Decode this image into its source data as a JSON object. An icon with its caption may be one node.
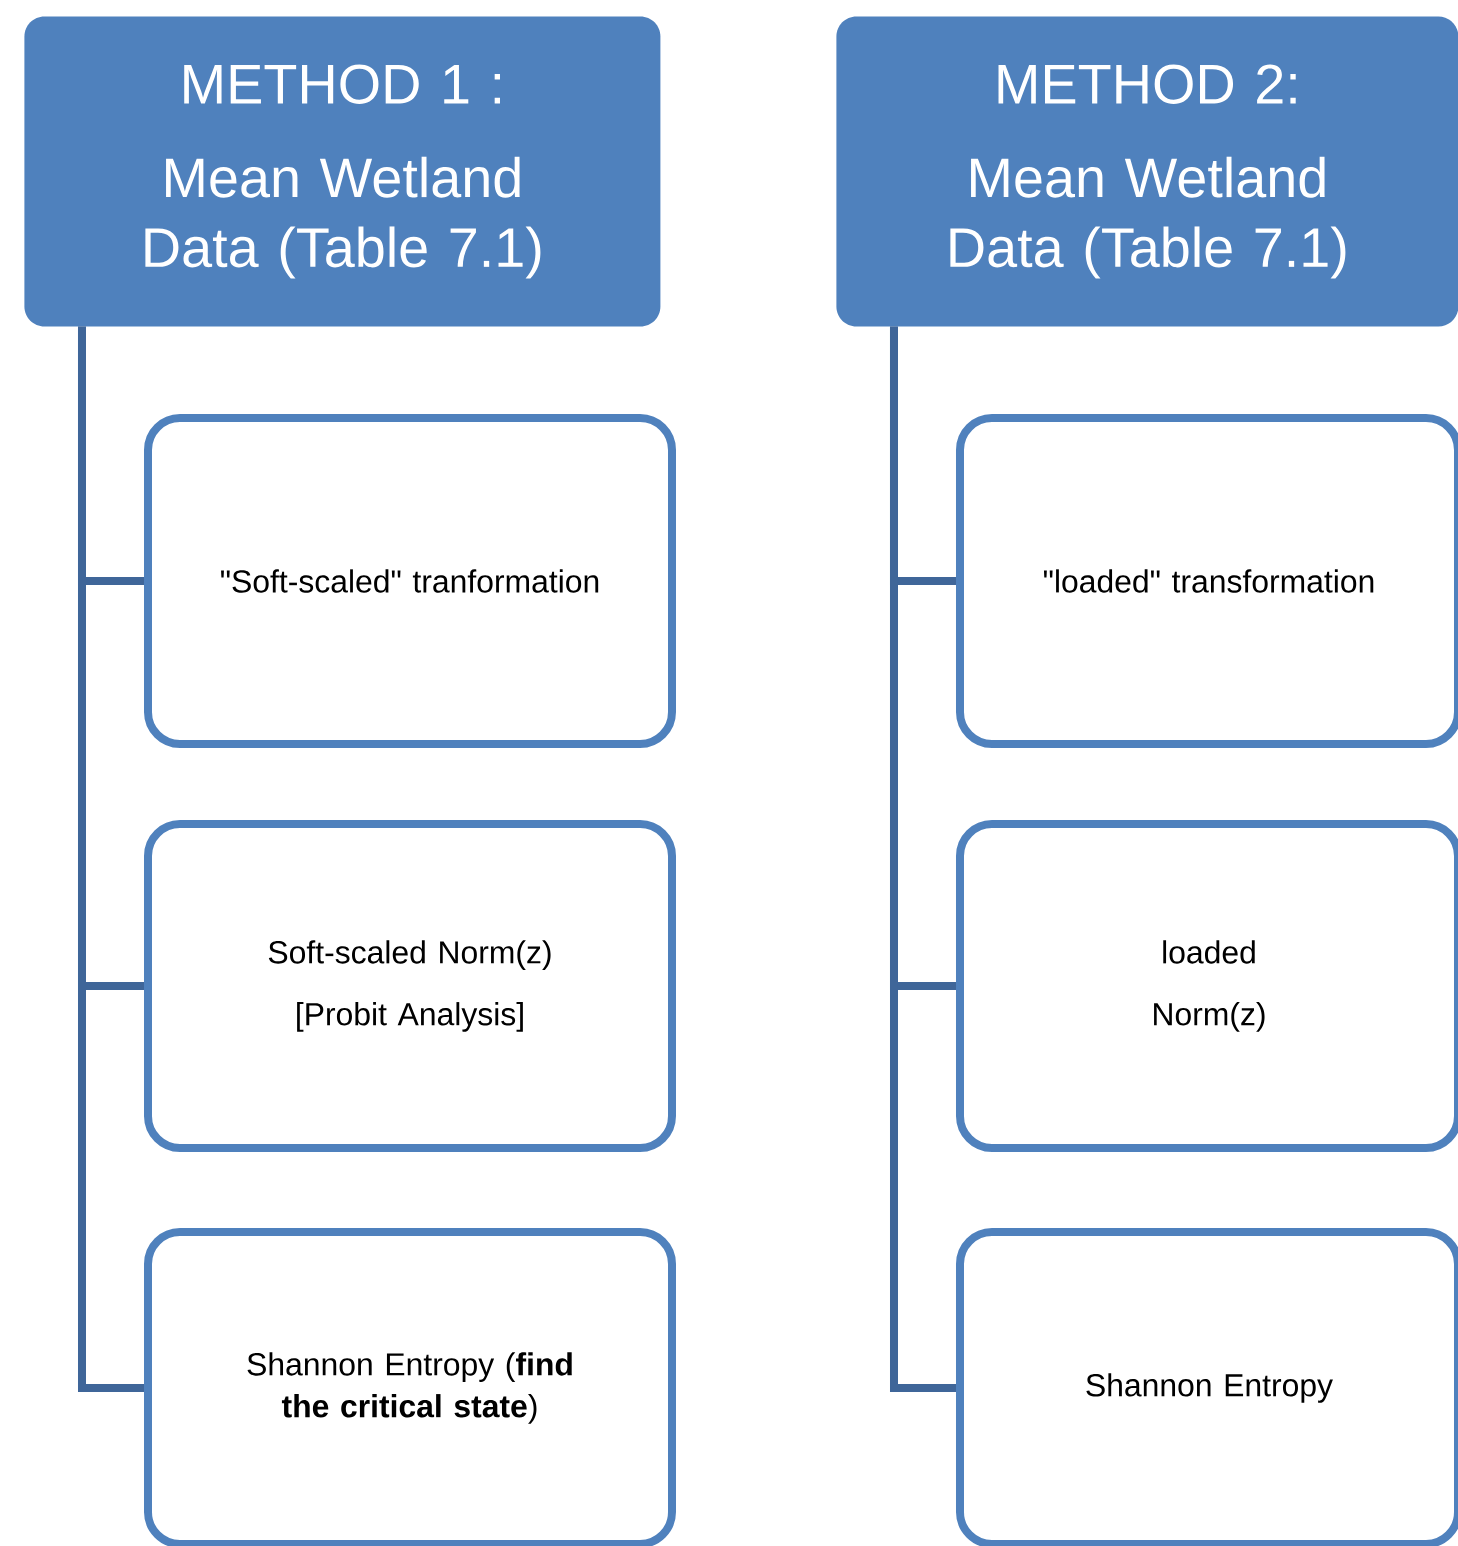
{
  "diagram": {
    "nodes": [
      {
        "text": [
          "METHOD 1 :",
          "Mean Wetland Data (Table 7.1)"
        ]
      },
      {
        "text": [
          "\"Soft-scaled\" tranformation"
        ]
      },
      {
        "text": [
          "Soft-scaled Norm(z)",
          "[Probit Analysis]"
        ]
      },
      {
        "text": [
          "Shannon Entropy (**find the critical state**)"
        ]
      },
      {
        "text": [
          "METHOD 2:",
          "Mean Wetland Data (Table 7.1)"
        ]
      },
      {
        "text": [
          "\"loaded\" transformation"
        ]
      },
      {
        "text": [
          "loaded",
          "Norm(z)"
        ]
      },
      {
        "text": [
          "Shannon Entropy"
        ]
      }
    ],
    "edges": [
      {
        "from": 0,
        "to": 1,
        "arrow": "none"
      },
      {
        "from": 0,
        "to": 2,
        "arrow": "none"
      },
      {
        "from": 0,
        "to": 3,
        "arrow": "none"
      },
      {
        "from": 4,
        "to": 5,
        "arrow": "none"
      },
      {
        "from": 4,
        "to": 6,
        "arrow": "none"
      },
      {
        "from": 4,
        "to": 7,
        "arrow": "none"
      }
    ]
  }
}
